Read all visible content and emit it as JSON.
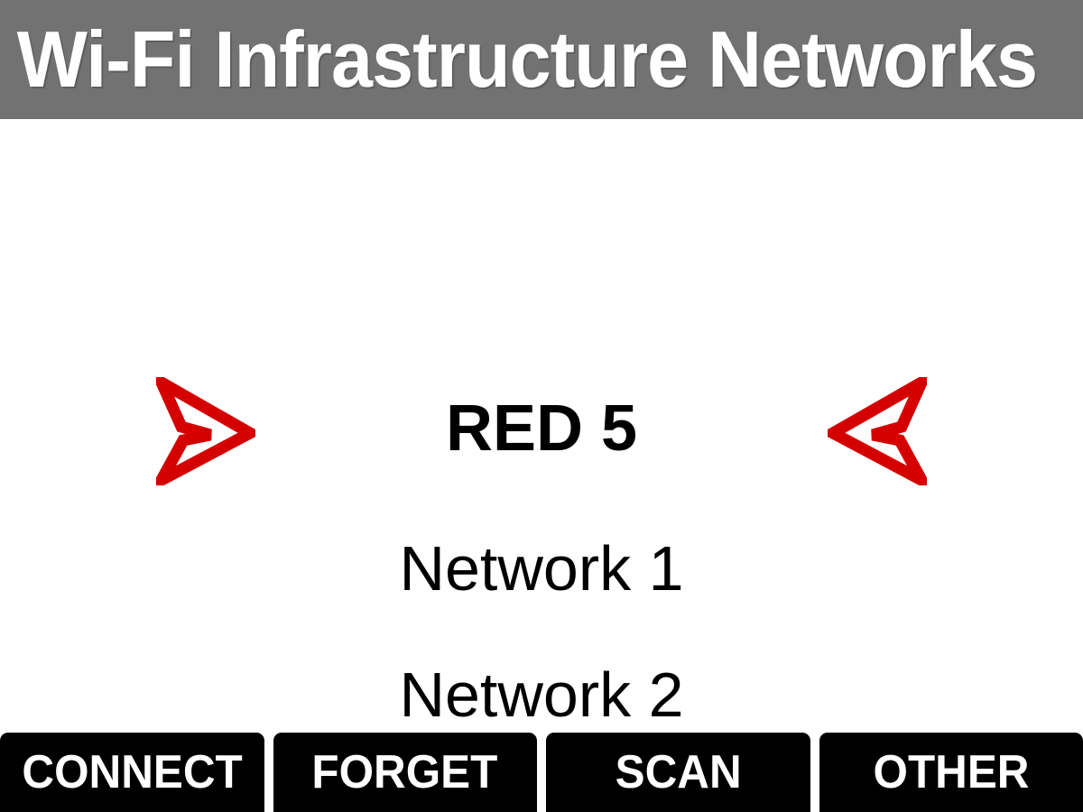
{
  "header": {
    "title": "Wi-Fi Infrastructure Networks",
    "background_color": "#727272",
    "text_color": "#FFFFFF"
  },
  "main": {
    "selected_network": {
      "name": "RED 5",
      "marker_left_icon": "arrow-right-outline-icon",
      "marker_right_icon": "arrow-left-outline-icon",
      "marker_color": "#D40000"
    },
    "networks": [
      {
        "name": "Network 1"
      },
      {
        "name": "Network 2"
      }
    ]
  },
  "button_bar": {
    "background_color": "#000000",
    "text_color": "#FFFFFF",
    "buttons": [
      {
        "label": "CONNECT"
      },
      {
        "label": "FORGET"
      },
      {
        "label": "SCAN"
      },
      {
        "label": "OTHER"
      }
    ]
  }
}
